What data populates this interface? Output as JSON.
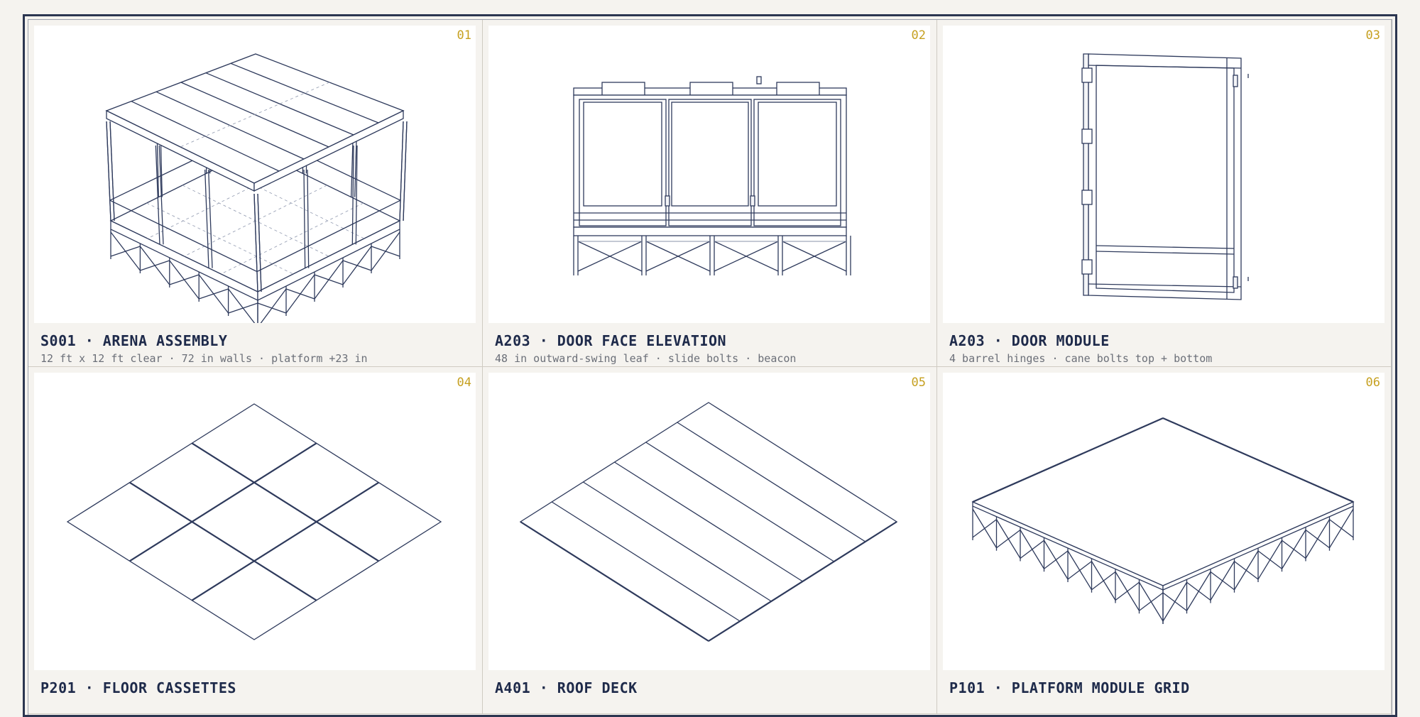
{
  "sheets": [
    {
      "number": "01",
      "title": "S001 · ARENA ASSEMBLY",
      "subtitle": "12 ft x 12 ft clear · 72 in walls · platform +23 in"
    },
    {
      "number": "02",
      "title": "A203 · DOOR FACE ELEVATION",
      "subtitle": "48 in outward-swing leaf · slide bolts · beacon"
    },
    {
      "number": "03",
      "title": "A203 · DOOR MODULE",
      "subtitle": "4 barrel hinges · cane bolts top + bottom"
    },
    {
      "number": "04",
      "title": "P201 · FLOOR CASSETTES",
      "subtitle": ""
    },
    {
      "number": "05",
      "title": "A401 · ROOF DECK",
      "subtitle": ""
    },
    {
      "number": "06",
      "title": "P101 · PLATFORM MODULE GRID",
      "subtitle": ""
    }
  ],
  "colors": {
    "ink": "#2e3a5c",
    "accent": "#c6a020",
    "paper": "#f5f3ef",
    "frame": "#2b3550"
  }
}
